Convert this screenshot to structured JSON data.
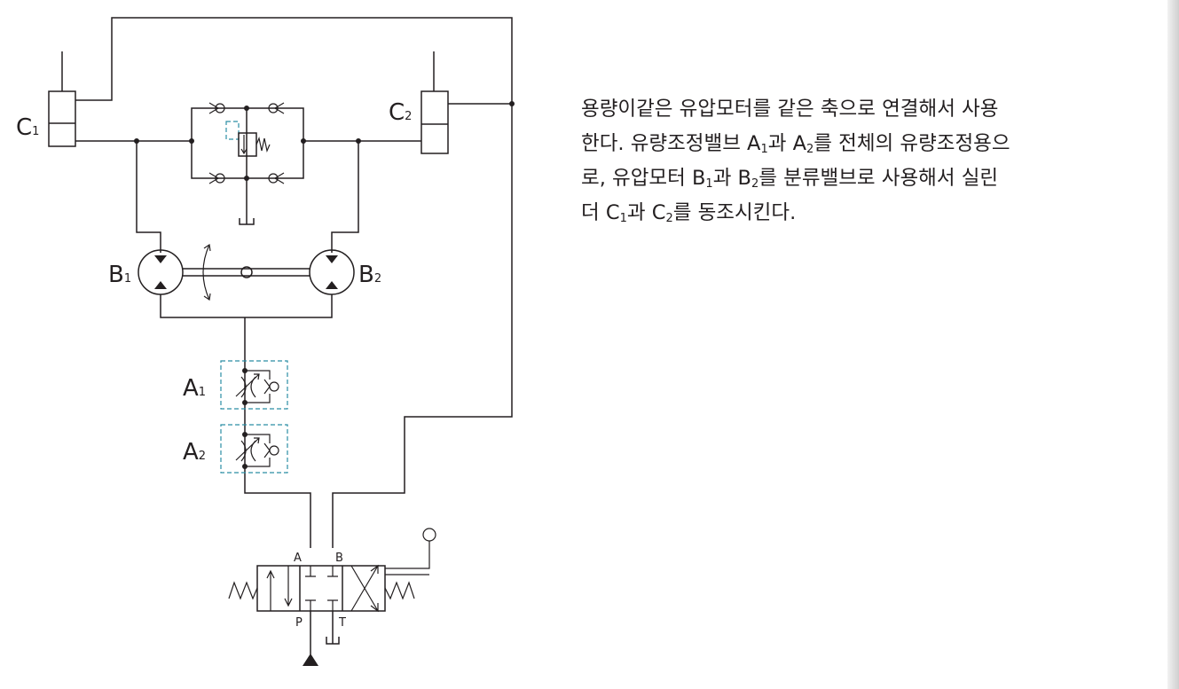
{
  "labels": {
    "cyl1": {
      "main": "C",
      "sub": "1"
    },
    "cyl2": {
      "main": "C",
      "sub": "2"
    },
    "motor1": {
      "main": "B",
      "sub": "1"
    },
    "motor2": {
      "main": "B",
      "sub": "2"
    },
    "valve1": {
      "main": "A",
      "sub": "1"
    },
    "valve2": {
      "main": "A",
      "sub": "2"
    },
    "port_a": "A",
    "port_b": "B",
    "port_p": "P",
    "port_t": "T"
  },
  "description": {
    "line1": "용량이같은 유압모터를 같은 축으로 연결해서 사용",
    "line2_a": "한다. 유량조정밸브 A",
    "line2_s1": "1",
    "line2_b": "과 A",
    "line2_s2": "2",
    "line2_c": "를 전체의 유량조정용으",
    "line3_a": "로,  유압모터 B",
    "line3_s1": "1",
    "line3_b": "과 B",
    "line3_s2": "2",
    "line3_c": "를 분류밸브로 사용해서 실린",
    "line4_a": "더 C",
    "line4_s1": "1",
    "line4_b": "과 C",
    "line4_s2": "2",
    "line4_c": "를 동조시킨다."
  },
  "colors": {
    "line": "#231f20",
    "dashed_envelope": "#2b8ea5"
  }
}
